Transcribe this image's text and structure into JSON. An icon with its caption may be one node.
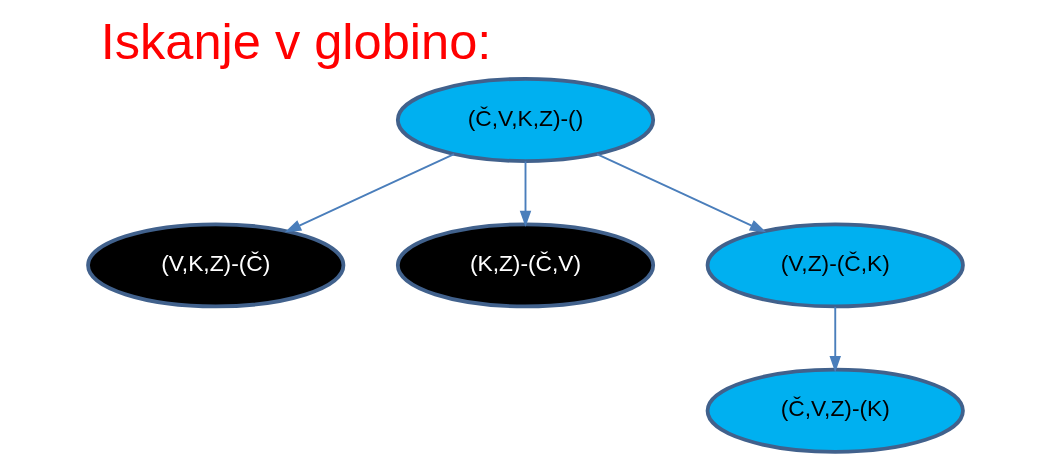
{
  "diagram": {
    "title": "Iskanje v globino:",
    "nodes": [
      {
        "text": [
          "(Č,V,K,Z)-()"
        ]
      },
      {
        "text": [
          "(V,K,Z)-(Č)"
        ]
      },
      {
        "text": [
          "(K,Z)-(Č,V)"
        ]
      },
      {
        "text": [
          "(V,Z)-(Č,K)"
        ]
      },
      {
        "text": [
          "(Č,V,Z)-(K)"
        ]
      }
    ],
    "edges": [
      {
        "from": 0,
        "to": 1,
        "arrow": "to"
      },
      {
        "from": 0,
        "to": 2,
        "arrow": "to"
      },
      {
        "from": 0,
        "to": 3,
        "arrow": "to"
      },
      {
        "from": 3,
        "to": 4,
        "arrow": "to"
      }
    ]
  }
}
